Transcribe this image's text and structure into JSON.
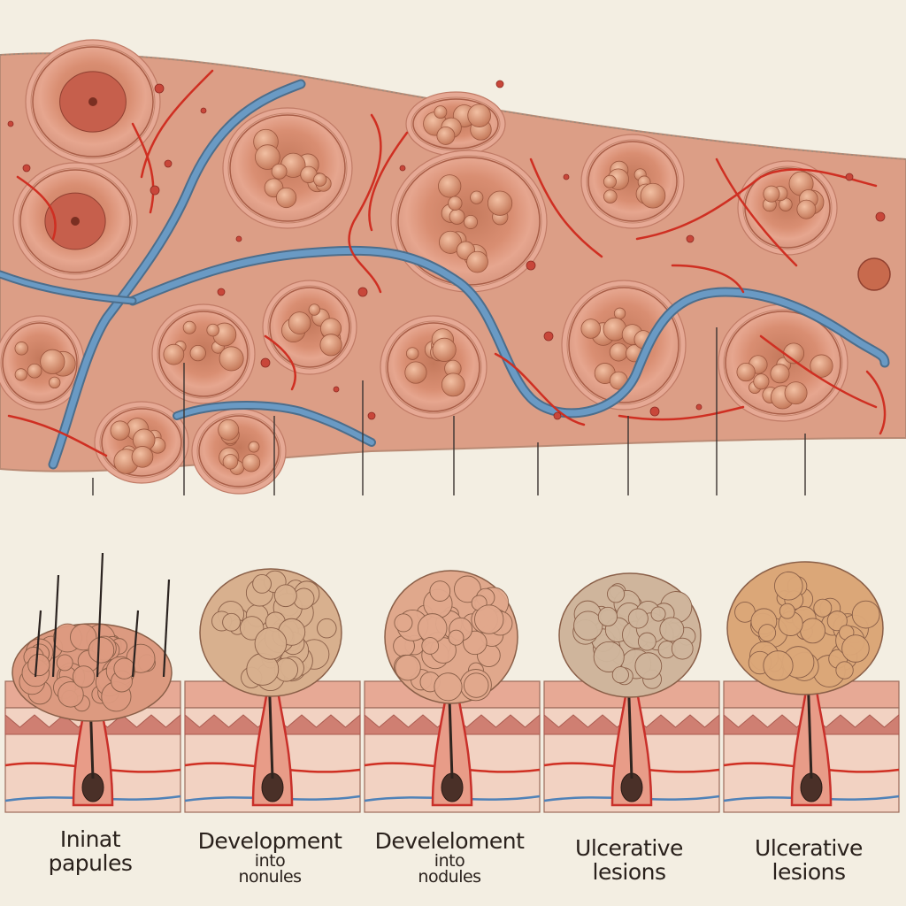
{
  "stages": [
    {
      "lines": [
        "Ininat",
        "papules"
      ]
    },
    {
      "lines": [
        "Development",
        "into",
        "nonules"
      ]
    },
    {
      "lines": [
        "Develeloment",
        "into",
        "nodules"
      ]
    },
    {
      "lines": [
        "Ulcerative",
        "lesions"
      ]
    },
    {
      "lines": [
        "Ulcerative",
        "lesions"
      ]
    }
  ],
  "colors": {
    "background": "#f3eee2",
    "skin": "#dc9e86",
    "lesion": "#c97a62",
    "vein": "#6a9ac4",
    "artery": "#cf2f22",
    "nodule": "#d8b08e",
    "dermis": "#e9b7a4"
  }
}
